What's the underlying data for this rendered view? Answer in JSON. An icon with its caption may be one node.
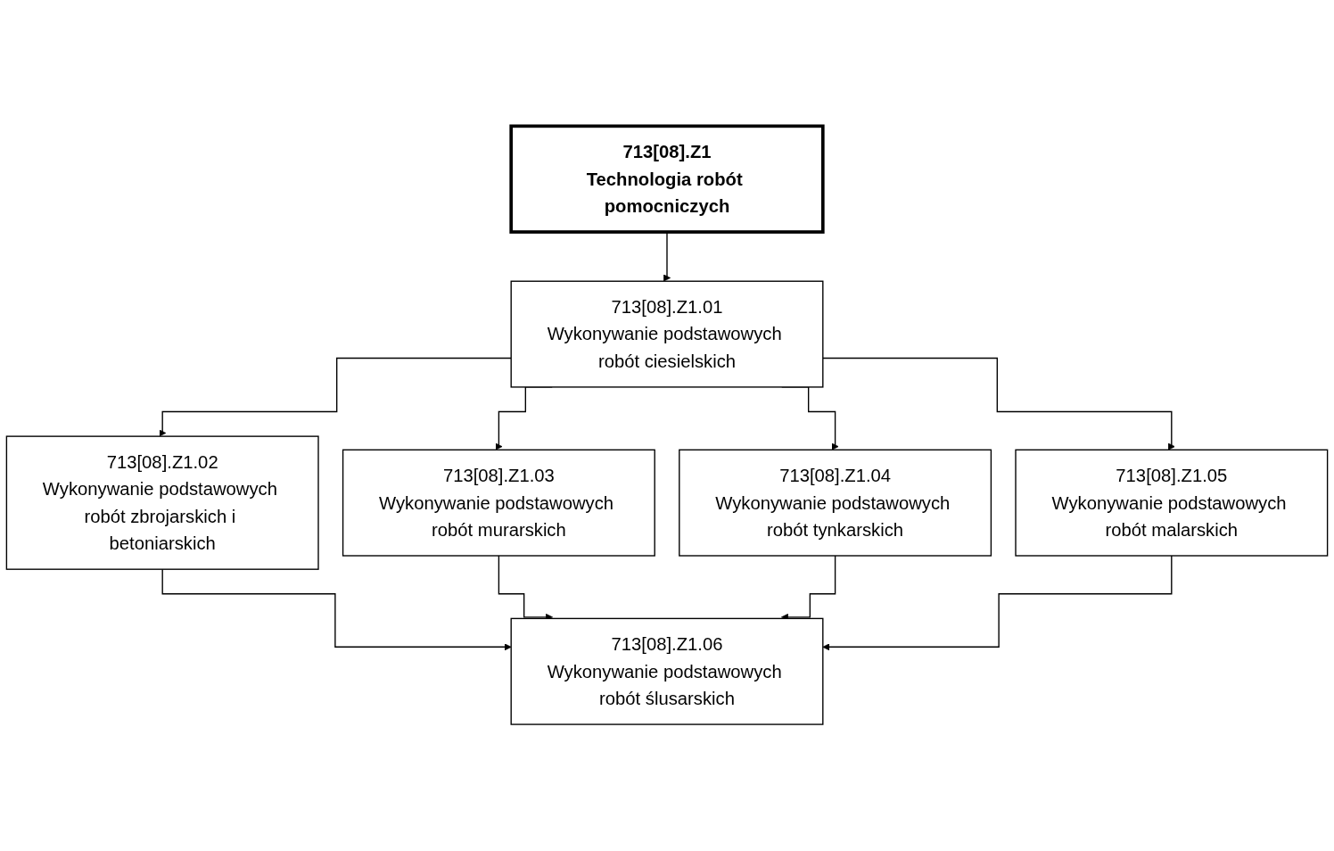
{
  "diagram": {
    "nodes": [
      {
        "text": [
          "713[08].Z1",
          "Technologia robót pomocniczych"
        ]
      },
      {
        "text": [
          "713[08].Z1.01",
          "Wykonywanie podstawowych robót ciesielskich"
        ]
      },
      {
        "text": [
          "713[08].Z1.02",
          "Wykonywanie podstawowych robót zbrojarskich i betoniarskich"
        ]
      },
      {
        "text": [
          "713[08].Z1.03",
          "Wykonywanie podstawowych robót murarskich"
        ]
      },
      {
        "text": [
          "713[08].Z1.04",
          "Wykonywanie podstawowych robót tynkarskich"
        ]
      },
      {
        "text": [
          "713[08].Z1.05",
          "Wykonywanie podstawowych robót malarskich"
        ]
      },
      {
        "text": [
          "713[08].Z1.06",
          "Wykonywanie podstawowych robót ślusarskich"
        ]
      }
    ],
    "edges": [
      {
        "from": 0,
        "to": 1,
        "arrow": "to"
      },
      {
        "from": 1,
        "to": 2,
        "arrow": "to"
      },
      {
        "from": 1,
        "to": 3,
        "arrow": "to"
      },
      {
        "from": 1,
        "to": 4,
        "arrow": "to"
      },
      {
        "from": 1,
        "to": 5,
        "arrow": "to"
      },
      {
        "from": 2,
        "to": 6,
        "arrow": "to"
      },
      {
        "from": 3,
        "to": 6,
        "arrow": "to"
      },
      {
        "from": 4,
        "to": 6,
        "arrow": "to"
      },
      {
        "from": 5,
        "to": 6,
        "arrow": "to"
      }
    ]
  }
}
